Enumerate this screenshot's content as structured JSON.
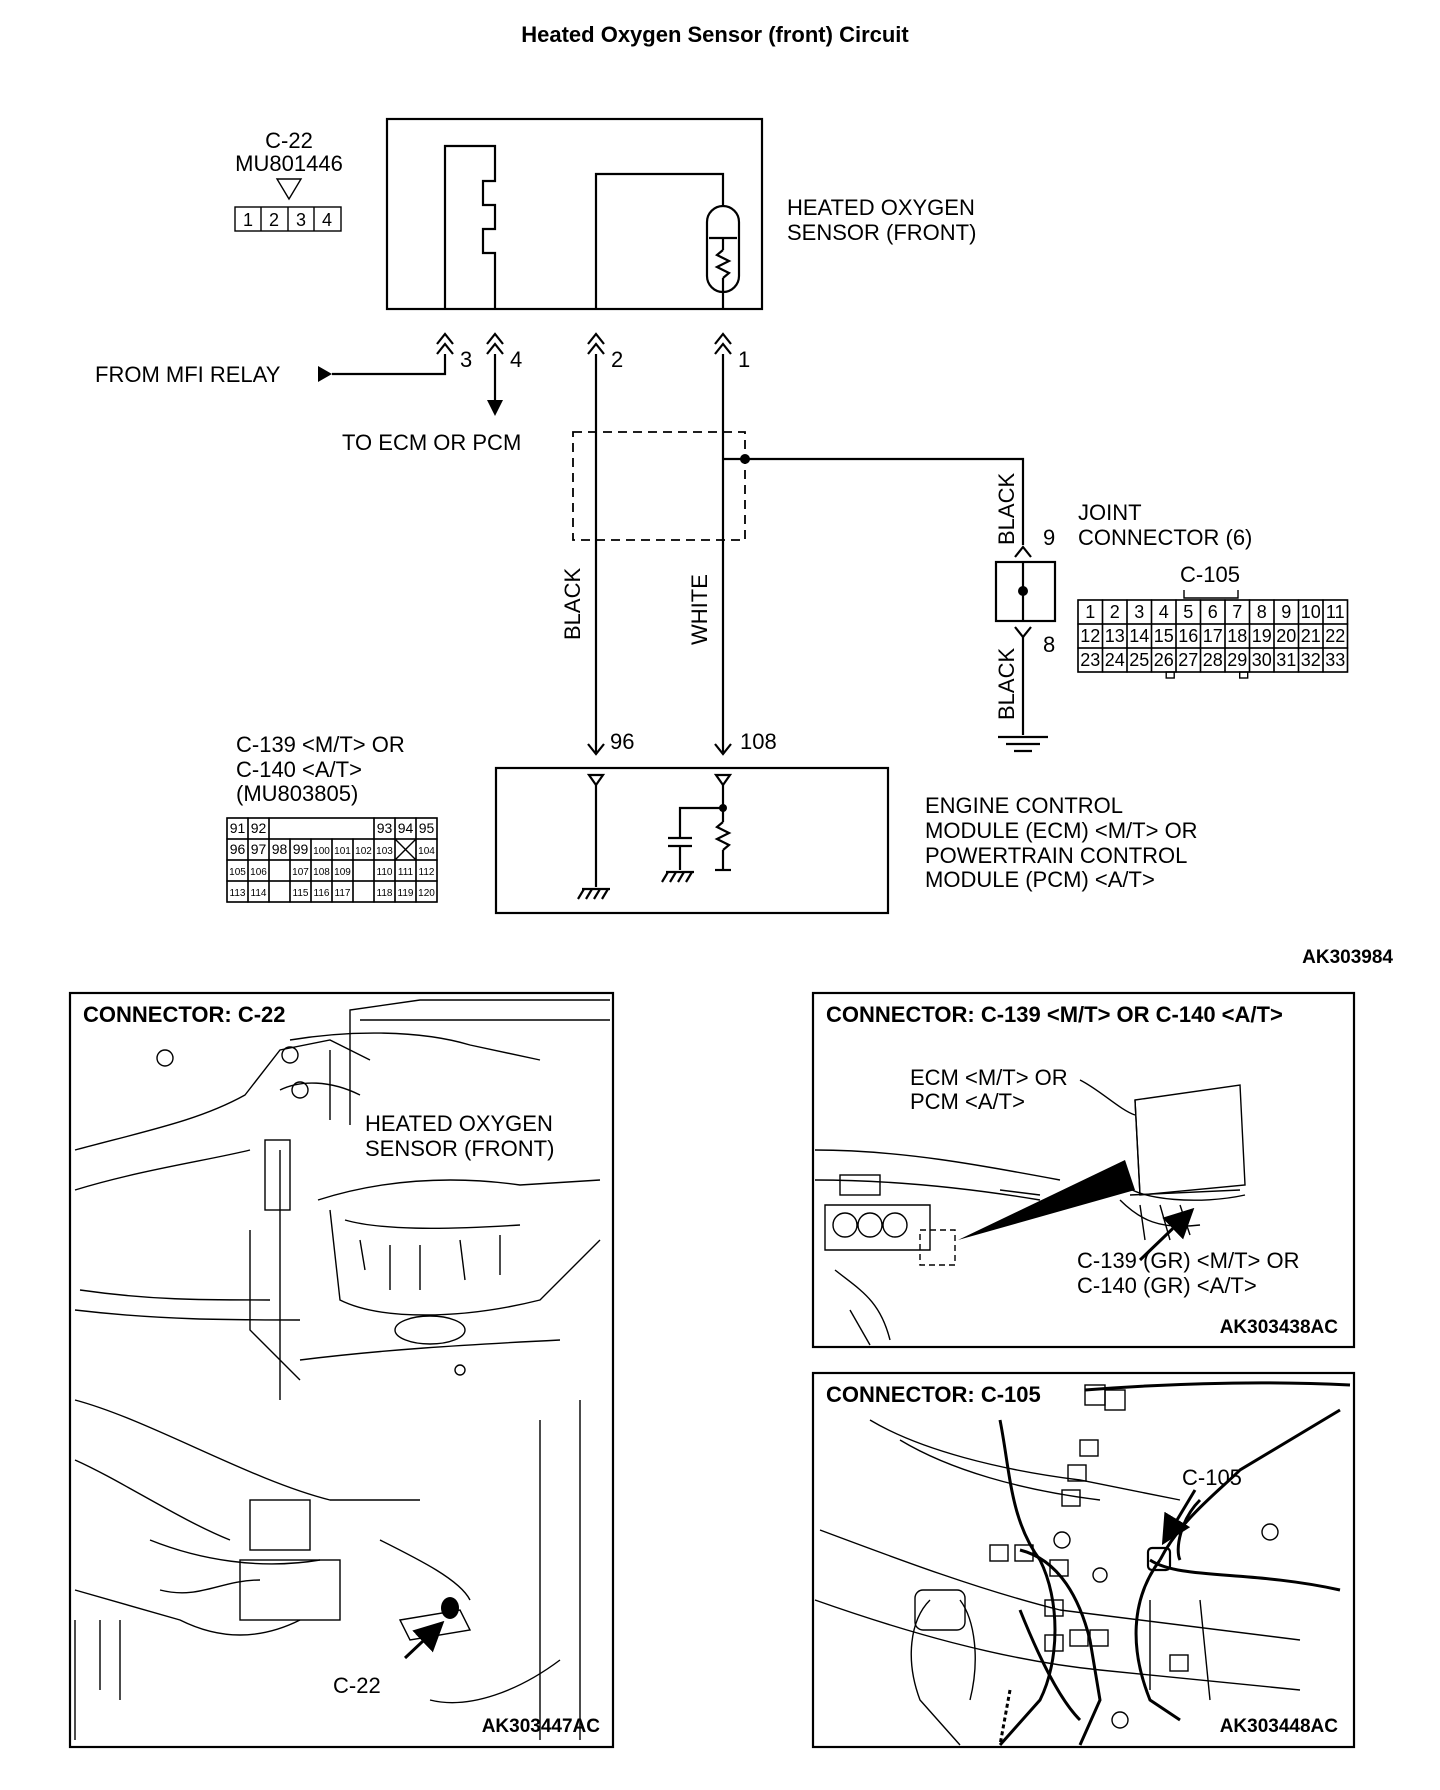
{
  "title": "Heated Oxygen Sensor (front) Circuit",
  "connector_c22": {
    "name": "C-22",
    "part": "MU801446",
    "pins": [
      "1",
      "2",
      "3",
      "4"
    ]
  },
  "sensor": {
    "label_line1": "HEATED OXYGEN",
    "label_line2": "SENSOR (FRONT)",
    "pin3": "3",
    "pin4": "4",
    "pin2": "2",
    "pin1": "1"
  },
  "from_relay": "FROM MFI RELAY",
  "to_ecm": "TO ECM OR PCM",
  "wires": {
    "black": "BLACK",
    "white": "WHITE"
  },
  "joint": {
    "label_line1": "JOINT",
    "label_line2": "CONNECTOR (6)",
    "connector": "C-105",
    "pin_top": "9",
    "pin_bottom": "8",
    "wire_top": "BLACK",
    "wire_bottom": "BLACK",
    "rows": [
      [
        "1",
        "2",
        "3",
        "4",
        "5",
        "6",
        "7",
        "8",
        "9",
        "10",
        "11"
      ],
      [
        "12",
        "13",
        "14",
        "15",
        "16",
        "17",
        "18",
        "19",
        "20",
        "21",
        "22"
      ],
      [
        "23",
        "24",
        "25",
        "26",
        "27",
        "28",
        "29",
        "30",
        "31",
        "32",
        "33"
      ]
    ]
  },
  "ecm": {
    "conn_line1": "C-139 <M/T> OR",
    "conn_line2": "C-140 <A/T>",
    "conn_line3": "(MU803805)",
    "pin_a": "96",
    "pin_b": "108",
    "label_line1": "ENGINE CONTROL",
    "label_line2": "MODULE (ECM) <M/T> OR",
    "label_line3": "POWERTRAIN CONTROL",
    "label_line4": "MODULE (PCM) <A/T>",
    "rows": [
      [
        "91",
        "92",
        "",
        "",
        "",
        "",
        "",
        "93",
        "94",
        "95"
      ],
      [
        "96",
        "97",
        "98",
        "99",
        "100",
        "101",
        "102",
        "103",
        "X",
        "104"
      ],
      [
        "105",
        "106",
        "",
        "107",
        "108",
        "109",
        "",
        "110",
        "111",
        "112"
      ],
      [
        "113",
        "114",
        "",
        "115",
        "116",
        "117",
        "",
        "118",
        "119",
        "120"
      ]
    ]
  },
  "code_main": "AK303984",
  "panel_c22": {
    "title": "CONNECTOR: C-22",
    "sensor_line1": "HEATED OXYGEN",
    "sensor_line2": "SENSOR (FRONT)",
    "callout": "C-22",
    "code": "AK303447AC"
  },
  "panel_c139": {
    "title": "CONNECTOR: C-139 <M/T> OR C-140 <A/T>",
    "ecm_line1": "ECM <M/T> OR",
    "ecm_line2": "PCM <A/T>",
    "callout_line1": "C-139 (GR) <M/T> OR",
    "callout_line2": "C-140 (GR) <A/T>",
    "code": "AK303438AC"
  },
  "panel_c105": {
    "title": "CONNECTOR: C-105",
    "callout": "C-105",
    "code": "AK303448AC"
  }
}
